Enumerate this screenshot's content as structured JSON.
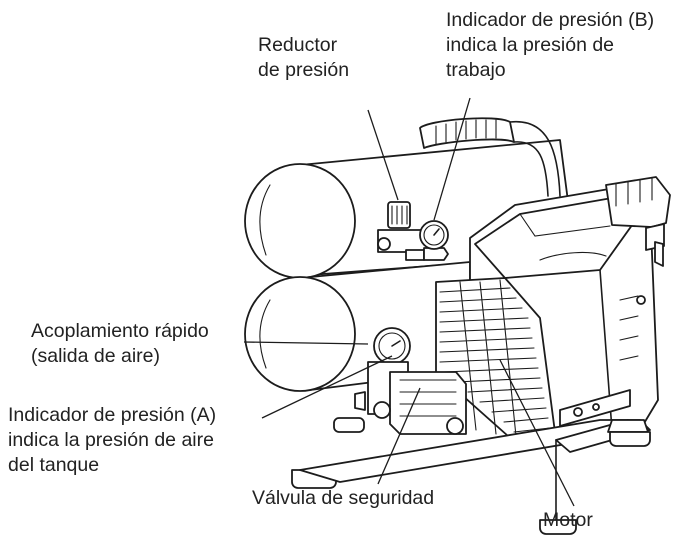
{
  "labels": {
    "pressure_reducer": [
      "Reductor",
      "de presión"
    ],
    "gauge_b": [
      "Indicador de presión (B)",
      "indica la presión de",
      "trabajo"
    ],
    "quick_coupler": [
      "Acoplamiento rápido",
      "(salida de aire)"
    ],
    "gauge_a": [
      "Indicador de presión (A)",
      "indica la presión de aire",
      "del tanque"
    ],
    "safety_valve": "Válvula de seguridad",
    "motor": "Motor"
  }
}
